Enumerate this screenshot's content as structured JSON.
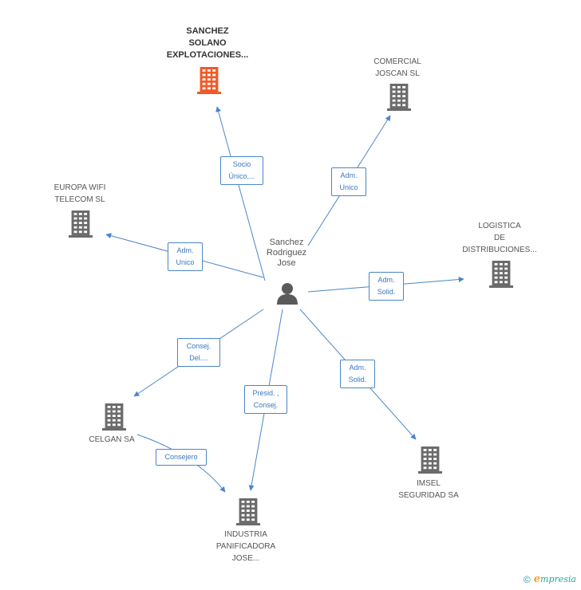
{
  "center": {
    "label": "Sanchez\nRodriguez\nJose",
    "icon": "person-icon"
  },
  "companies": [
    {
      "id": "sanchez-solano",
      "label": "SANCHEZ\nSOLANO\nEXPLOTACIONES...",
      "highlight": true
    },
    {
      "id": "comercial-joscan",
      "label": "COMERCIAL\nJOSCAN SL"
    },
    {
      "id": "europa-wifi",
      "label": "EUROPA WIFI\nTELECOM  SL"
    },
    {
      "id": "logistica",
      "label": "LOGISTICA\nDE\nDISTRIBUCIONES..."
    },
    {
      "id": "celgan",
      "label": "CELGAN SA"
    },
    {
      "id": "imsel",
      "label": "IMSEL\nSEGURIDAD SA"
    },
    {
      "id": "industria",
      "label": "INDUSTRIA\nPANIFICADORA\nJOSE..."
    }
  ],
  "edges": [
    {
      "id": "e-sanchez-solano",
      "label": "Socio\nÚnico,..."
    },
    {
      "id": "e-comercial",
      "label": "Adm.\nUnico"
    },
    {
      "id": "e-europa",
      "label": "Adm.\nUnico"
    },
    {
      "id": "e-logistica",
      "label": "Adm.\nSolid."
    },
    {
      "id": "e-celgan",
      "label": "Consej.\nDel...."
    },
    {
      "id": "e-industria",
      "label": "Presid. ,\nConsej."
    },
    {
      "id": "e-imsel",
      "label": "Adm.\nSolid."
    },
    {
      "id": "e-celgan-industria",
      "label": "Consejero"
    }
  ],
  "colors": {
    "edge": "#4a86c8",
    "building": "#6b6b6b",
    "highlight": "#f05a28",
    "person": "#5a5a5a"
  },
  "footer": {
    "copyright": "©",
    "brand_e": "e",
    "brand_rest": "mpresia"
  }
}
